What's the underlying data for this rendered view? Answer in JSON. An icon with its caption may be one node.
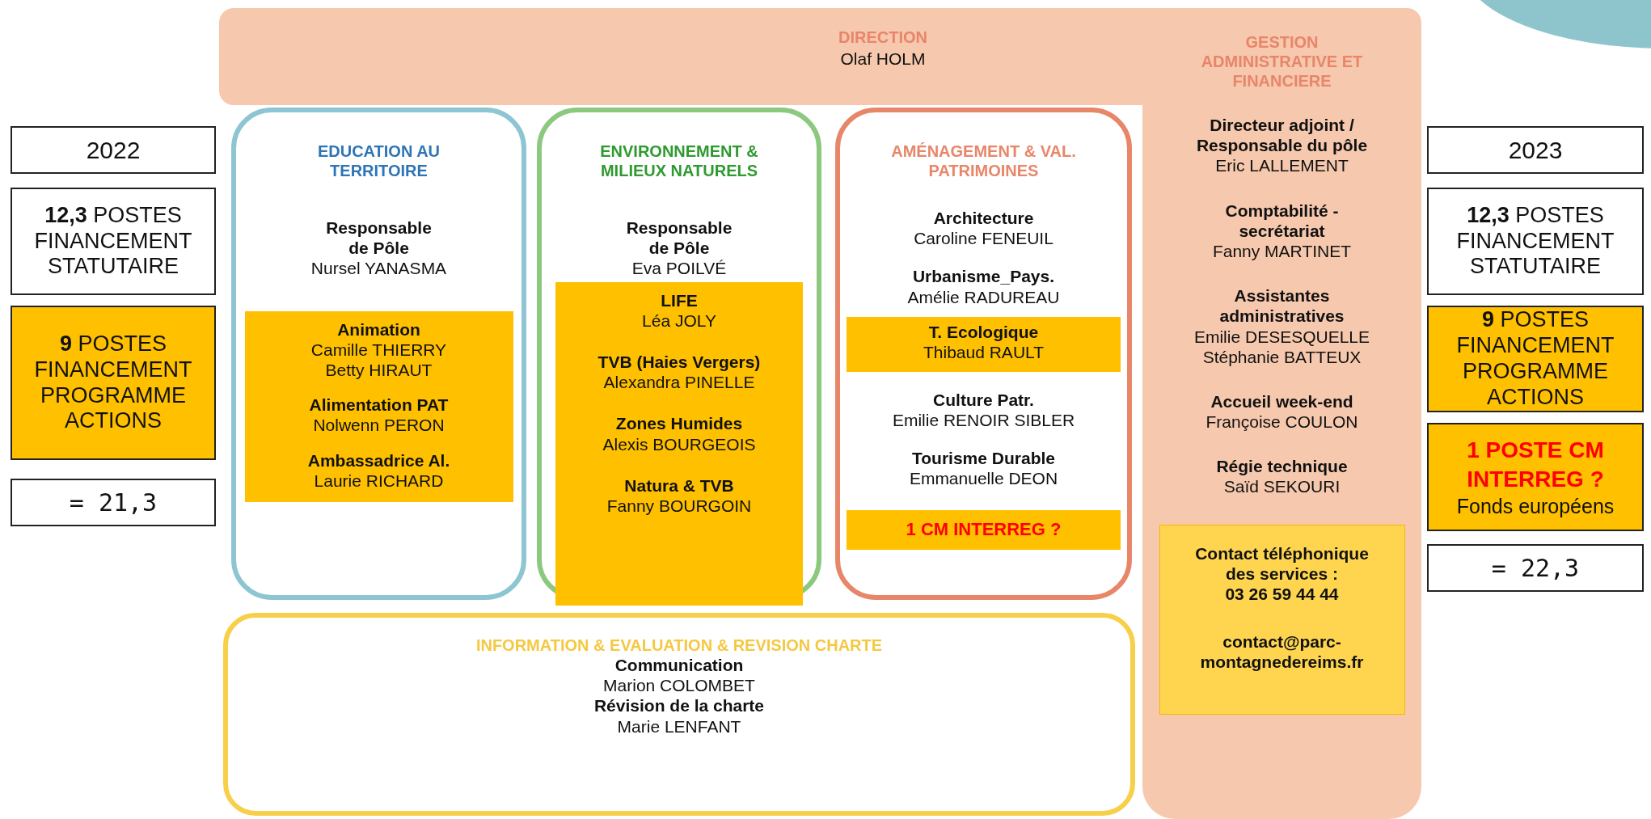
{
  "diagram": {
    "nodes": [
      {
        "text": [
          "DIRECTION",
          "Olaf HOLM"
        ]
      },
      {
        "text": [
          "GESTION ADMINISTRATIVE ET FINANCIERE",
          "Directeur adjoint / Responsable du pôle",
          "Eric LALLEMENT",
          "Comptabilité - secrétariat",
          "Fanny MARTINET",
          "Assistantes administratives",
          "Emilie DESESQUELLE",
          "Stéphanie BATTEUX",
          "Accueil week-end",
          "Françoise COULON",
          "Régie technique",
          "Saïd SEKOURI"
        ]
      },
      {
        "text": [
          "Contact téléphonique des services :",
          "03 26 59 44 44",
          "contact@parc-montagnedereims.fr"
        ],
        "in": 1
      },
      {
        "text": [
          "2022"
        ]
      },
      {
        "text": [
          "**12,3** POSTES FINANCEMENT STATUTAIRE"
        ]
      },
      {
        "text": [
          "**9** POSTES FINANCEMENT PROGRAMME ACTIONS"
        ]
      },
      {
        "text": [
          "= 21,3"
        ]
      },
      {
        "text": [
          "EDUCATION AU TERRITOIRE",
          "Responsable de Pôle",
          "Nursel YANASMA"
        ]
      },
      {
        "text": [
          "Animation",
          "Camille THIERRY",
          "Betty HIRAUT",
          "Alimentation PAT",
          "Nolwenn PERON",
          "Ambassadrice Al.",
          "Laurie RICHARD"
        ],
        "in": 7
      },
      {
        "text": [
          "ENVIRONNEMENT & MILIEUX NATURELS",
          "Responsable de Pôle",
          "Eva POILVÉ"
        ]
      },
      {
        "text": [
          "LIFE",
          "Léa JOLY",
          "TVB (Haies Vergers)",
          "Alexandra PINELLE",
          "Zones Humides",
          "Alexis BOURGEOIS",
          "Natura & TVB",
          "Fanny BOURGOIN"
        ],
        "in": 9
      },
      {
        "text": [
          "AMÉNAGEMENT & VAL. PATRIMOINES",
          "Architecture",
          "Caroline FENEUIL",
          "Urbanisme_Pays.",
          "Amélie RADUREAU",
          "Culture Patr.",
          "Emilie RENOIR SIBLER",
          "Tourisme Durable",
          "Emmanuelle DEON"
        ]
      },
      {
        "text": [
          "T. Ecologique",
          "Thibaud RAULT"
        ],
        "in": 11
      },
      {
        "text": [
          "1 CM INTERREG ?"
        ],
        "in": 11
      },
      {
        "text": [
          "2023"
        ]
      },
      {
        "text": [
          "**12,3** POSTES FINANCEMENT STATUTAIRE"
        ]
      },
      {
        "text": [
          "**9** POSTES FINANCEMENT PROGRAMME ACTIONS"
        ]
      },
      {
        "text": [
          "1 POSTE CM INTERREG ?",
          "Fonds européens"
        ]
      },
      {
        "text": [
          "= 22,3"
        ]
      },
      {
        "text": [
          "INFORMATION & EVALUATION & REVISION CHARTE",
          "Communication",
          "Marion COLOMBET",
          "Révision de la charte",
          "Marie LENFANT"
        ]
      }
    ]
  }
}
